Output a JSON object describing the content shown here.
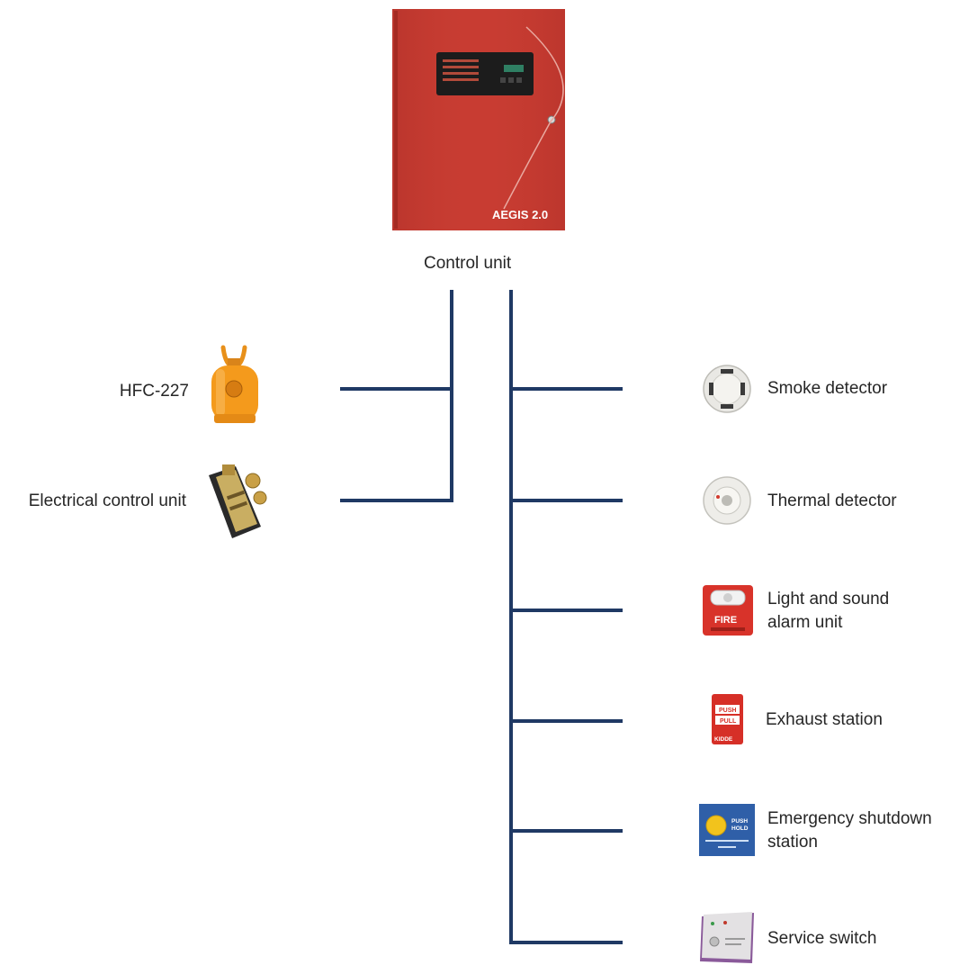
{
  "control_unit": {
    "label": "Control unit",
    "panel_brand": "AEGIS 2.0"
  },
  "left_devices": [
    {
      "label": "HFC-227",
      "icon": "gas-cylinder-icon"
    },
    {
      "label": "Electrical control unit",
      "icon": "valve-actuator-icon"
    }
  ],
  "right_devices": [
    {
      "label": "Smoke detector",
      "icon": "smoke-detector-icon"
    },
    {
      "label": "Thermal detector",
      "icon": "thermal-detector-icon"
    },
    {
      "label": "Light and sound alarm unit",
      "icon": "strobe-horn-icon",
      "image_text": "FIRE"
    },
    {
      "label": "Exhaust station",
      "icon": "pull-station-icon",
      "image_text": [
        "PUSH",
        "PULL",
        "KIDDE"
      ]
    },
    {
      "label": "Emergency shutdown station",
      "icon": "abort-station-icon",
      "image_text": [
        "PUSH",
        "HOLD"
      ]
    },
    {
      "label": "Service switch",
      "icon": "maintenance-switch-icon"
    }
  ],
  "colors": {
    "line": "#1f3964",
    "panel": "#c8392e",
    "panel_dark": "#a42a22",
    "cylinder": "#f49a1c"
  }
}
